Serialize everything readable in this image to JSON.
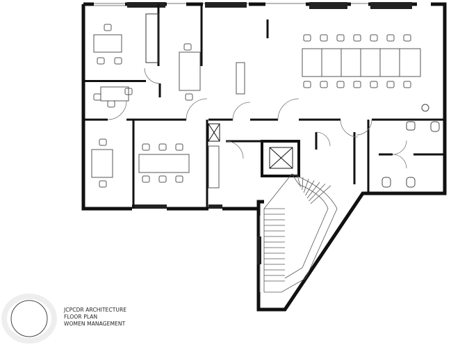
{
  "title_block": {
    "line1": "JCPCDR ARCHITECTURE",
    "line2": "FLOOR PLAN",
    "line3": "WOMEN MANAGEMENT"
  },
  "colors": {
    "wall": "#111111",
    "line": "#333333",
    "furniture": "#555555"
  }
}
